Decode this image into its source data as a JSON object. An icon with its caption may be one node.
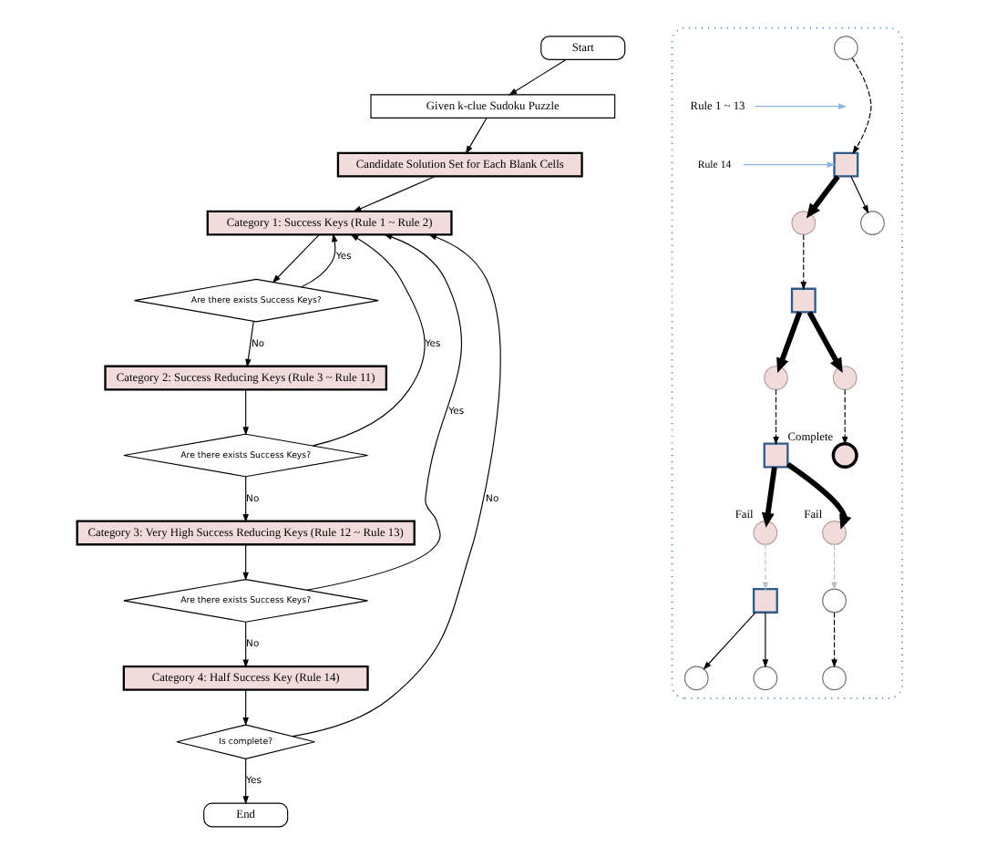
{
  "diagram": {
    "nodes": [
      {
        "text": [
          "Start"
        ]
      },
      {
        "text": [
          "Given k-clue Sudoku Puzzle"
        ]
      },
      {
        "text": [
          "Candidate Solution Set for Each Blank Cells"
        ]
      },
      {
        "text": [
          "Category 1: Success Keys (Rule 1 ~ Rule 2)"
        ]
      },
      {
        "text": [
          "Are there exists Success Keys?"
        ]
      },
      {
        "text": [
          "Category 2: Success Reducing Keys (Rule 3 ~ Rule 11)"
        ]
      },
      {
        "text": [
          "Are there exists Success Keys?"
        ]
      },
      {
        "text": [
          "Category 3: Very High Success Reducing Keys (Rule 12 ~ Rule 13)"
        ]
      },
      {
        "text": [
          "Are there exists Success Keys?"
        ]
      },
      {
        "text": [
          "Category 4: Half Success Key (Rule 14)"
        ]
      },
      {
        "text": [
          "Is complete?"
        ]
      },
      {
        "text": [
          "End"
        ]
      },
      {
        "text": [],
        "shape": "box"
      },
      {
        "text": [],
        "shape": "circle",
        "in": 12
      },
      {
        "text": [
          "Rule 1 ~ 13"
        ],
        "in": 12
      },
      {
        "text": [
          "Rule 14"
        ],
        "in": 12
      },
      {
        "text": [],
        "shape": "box",
        "in": 12
      },
      {
        "text": [],
        "shape": "circle",
        "in": 12
      },
      {
        "text": [],
        "shape": "circle",
        "in": 12
      },
      {
        "text": [],
        "shape": "box",
        "in": 12
      },
      {
        "text": [],
        "shape": "circle",
        "in": 12
      },
      {
        "text": [],
        "shape": "circle",
        "in": 12
      },
      {
        "text": [],
        "shape": "circle",
        "in": 12,
        "beside": [
          "Complete"
        ]
      },
      {
        "text": [],
        "shape": "box",
        "in": 12
      },
      {
        "text": [],
        "shape": "circle",
        "in": 12,
        "beside": [
          "Fail"
        ]
      },
      {
        "text": [],
        "shape": "circle",
        "in": 12,
        "beside": [
          "Fail"
        ]
      },
      {
        "text": [],
        "shape": "box",
        "in": 12
      },
      {
        "text": [],
        "shape": "circle",
        "in": 12
      },
      {
        "text": [],
        "shape": "circle",
        "in": 12
      },
      {
        "text": [],
        "shape": "circle",
        "in": 12
      },
      {
        "text": [],
        "shape": "circle",
        "in": 12
      }
    ],
    "edges": [
      {
        "from": 0,
        "to": 1,
        "arrow": "to"
      },
      {
        "from": 1,
        "to": 2,
        "arrow": "to"
      },
      {
        "from": 2,
        "to": 3,
        "arrow": "to"
      },
      {
        "from": 3,
        "to": 4,
        "arrow": "to"
      },
      {
        "from": 4,
        "to": 3,
        "arrow": "to",
        "label": "Yes"
      },
      {
        "from": 4,
        "to": 5,
        "arrow": "to",
        "label": "No"
      },
      {
        "from": 5,
        "to": 6,
        "arrow": "to"
      },
      {
        "from": 6,
        "to": 3,
        "arrow": "to",
        "label": "Yes"
      },
      {
        "from": 6,
        "to": 7,
        "arrow": "to",
        "label": "No"
      },
      {
        "from": 7,
        "to": 8,
        "arrow": "to"
      },
      {
        "from": 8,
        "to": 3,
        "arrow": "to",
        "label": "Yes"
      },
      {
        "from": 8,
        "to": 9,
        "arrow": "to",
        "label": "No"
      },
      {
        "from": 9,
        "to": 10,
        "arrow": "to"
      },
      {
        "from": 10,
        "to": 3,
        "arrow": "to",
        "label": "No"
      },
      {
        "from": 10,
        "to": 11,
        "arrow": "to",
        "label": "Yes"
      },
      {
        "from": 13,
        "to": 16,
        "arrow": "to",
        "style": "dashed"
      },
      {
        "from": 14,
        "to": null,
        "arrow": "to",
        "color": "#8eb4e3"
      },
      {
        "from": 15,
        "to": 16,
        "arrow": "to",
        "color": "#8eb4e3"
      },
      {
        "from": 16,
        "to": 17,
        "arrow": "to",
        "style": "thick"
      },
      {
        "from": 16,
        "to": 18,
        "arrow": "to"
      },
      {
        "from": 17,
        "to": 19,
        "arrow": "to",
        "style": "dashed"
      },
      {
        "from": 19,
        "to": 20,
        "arrow": "to",
        "style": "thick"
      },
      {
        "from": 19,
        "to": 21,
        "arrow": "to",
        "style": "thick"
      },
      {
        "from": 21,
        "to": 22,
        "arrow": "to",
        "style": "dashed"
      },
      {
        "from": 20,
        "to": 23,
        "arrow": "to",
        "style": "dashed"
      },
      {
        "from": 23,
        "to": 24,
        "arrow": "to",
        "style": "thick"
      },
      {
        "from": 23,
        "to": 25,
        "arrow": "to",
        "style": "thick"
      },
      {
        "from": 24,
        "to": 26,
        "arrow": "to",
        "style": "dashed",
        "color": "#c0c0c0"
      },
      {
        "from": 25,
        "to": 27,
        "arrow": "to",
        "style": "dashed",
        "color": "#c0c0c0"
      },
      {
        "from": 26,
        "to": 28,
        "arrow": "to"
      },
      {
        "from": 26,
        "to": 29,
        "arrow": "to"
      },
      {
        "from": 27,
        "to": 30,
        "arrow": "to",
        "style": "dashed"
      }
    ]
  }
}
